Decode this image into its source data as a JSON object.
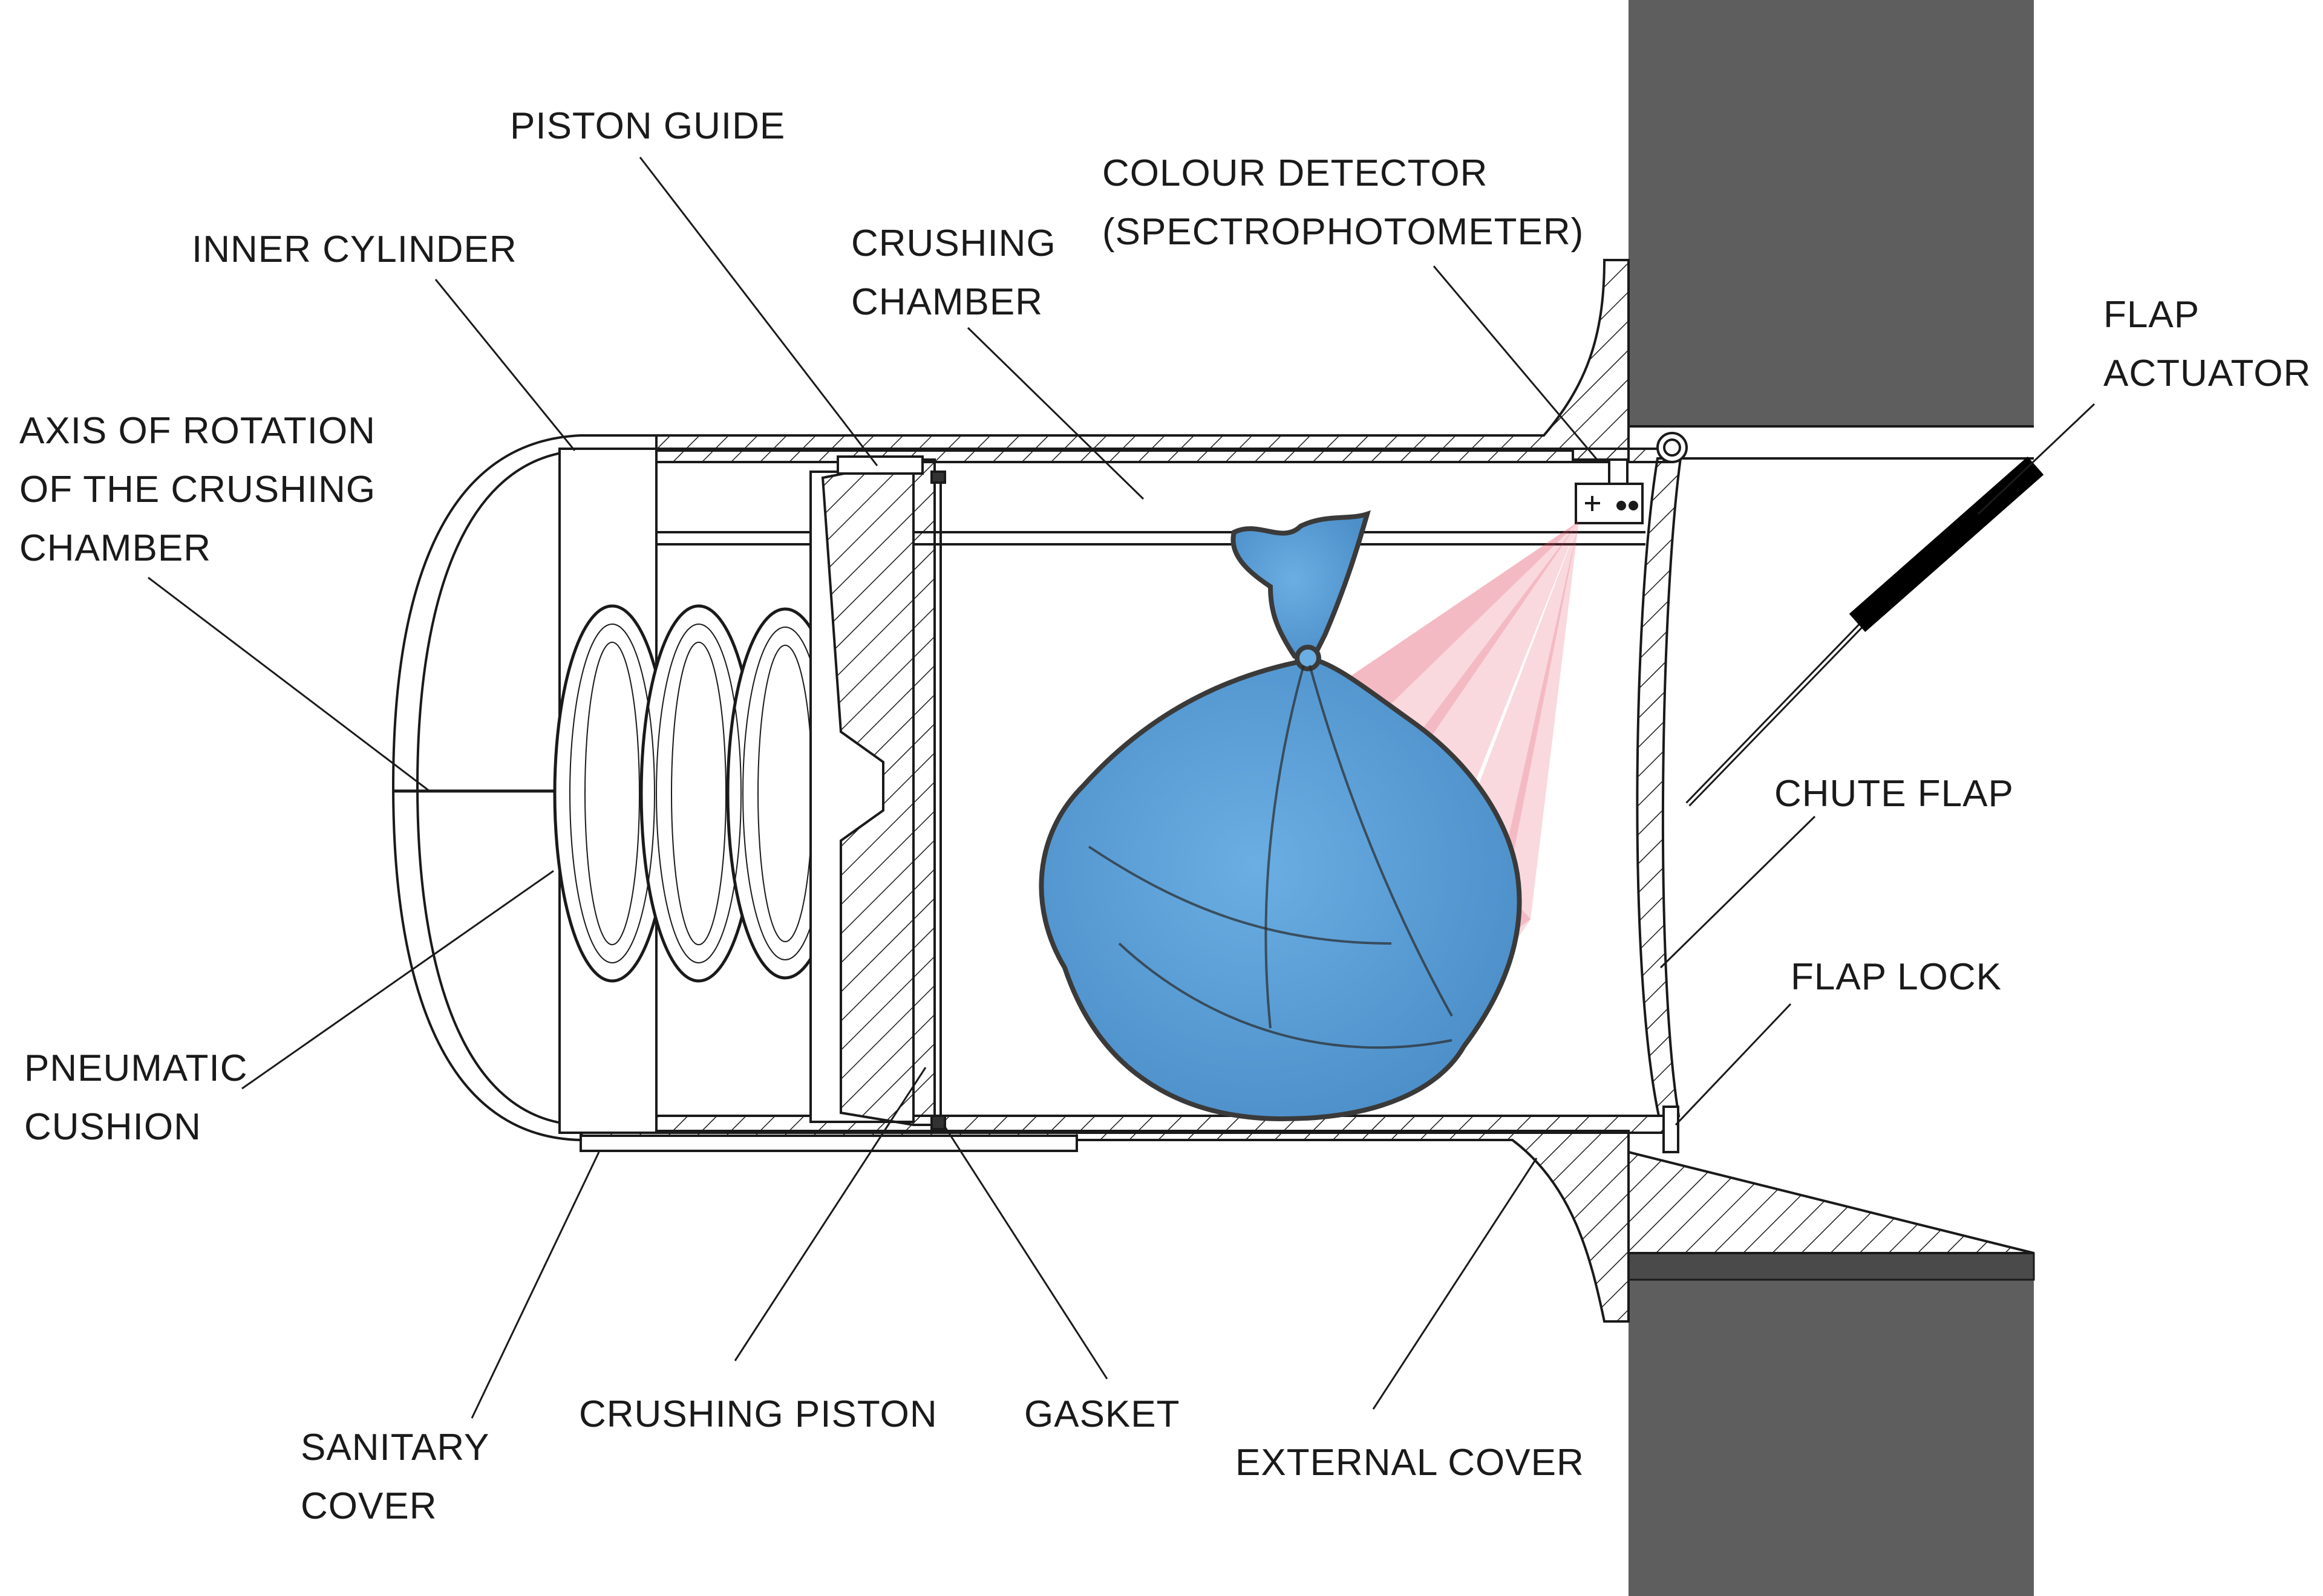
{
  "labels": {
    "piston_guide": [
      "PISTON GUIDE"
    ],
    "colour_detector": [
      "COLOUR DETECTOR",
      "(SPECTROPHOTOMETER)"
    ],
    "inner_cylinder": [
      "INNER CYLINDER"
    ],
    "crushing_chamber": [
      "CRUSHING",
      "CHAMBER"
    ],
    "flap_actuator": [
      "FLAP",
      "ACTUATOR"
    ],
    "axis_of_rotation": [
      "AXIS OF ROTATION",
      "OF THE CRUSHING",
      "CHAMBER"
    ],
    "chute_flap": [
      "CHUTE FLAP"
    ],
    "flap_lock": [
      "FLAP LOCK"
    ],
    "pneumatic_cushion": [
      "PNEUMATIC",
      "CUSHION"
    ],
    "sanitary_cover": [
      "SANITARY",
      "COVER"
    ],
    "crushing_piston": [
      "CRUSHING PISTON"
    ],
    "gasket": [
      "GASKET"
    ],
    "external_cover": [
      "EXTERNAL COVER"
    ]
  },
  "colors": {
    "wall": "#5e5e5e",
    "bag": "#5a9fd8",
    "beam": "#e0405a",
    "line": "#1a1a1a"
  }
}
